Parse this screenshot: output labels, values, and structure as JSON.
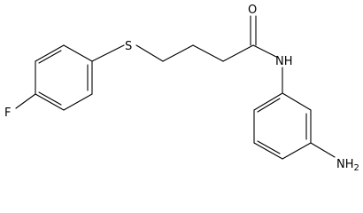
{
  "molecule": {
    "atoms": {
      "fluorine": "F",
      "sulfur": "S",
      "oxygen": "O",
      "amide_nitrogen": "NH",
      "amine": "NH",
      "amine_subscript": "2"
    }
  }
}
